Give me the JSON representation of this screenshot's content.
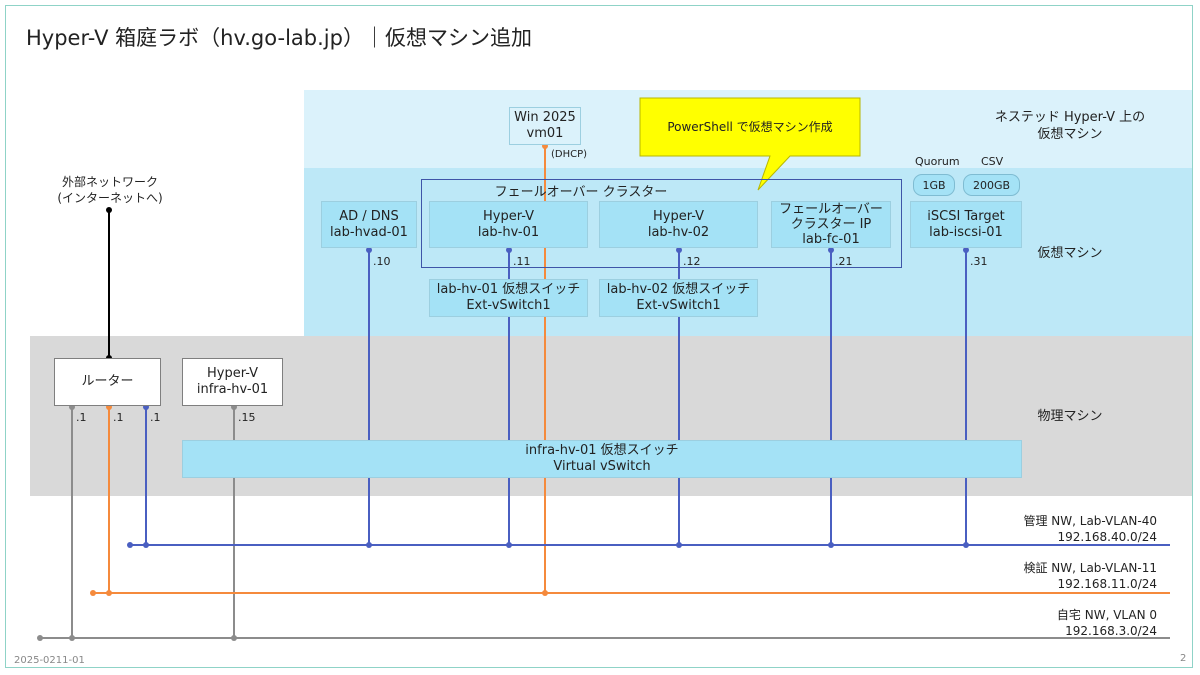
{
  "title": "Hyper-V 箱庭ラボ（hv.go-lab.jp）｜仮想マシン追加",
  "bands": {
    "nested_line1": "ネステッド Hyper-V 上の",
    "nested_line2": "仮想マシン",
    "vm": "仮想マシン",
    "physical": "物理マシン"
  },
  "callout": "PowerShell で仮想マシン作成",
  "win_vm": {
    "line1": "Win 2025",
    "line2": "vm01",
    "dhcp": "(DHCP)"
  },
  "cluster_label": "フェールオーバー クラスター",
  "vms": [
    {
      "line1": "AD / DNS",
      "line2": "lab-hvad-01",
      "ip": ".10"
    },
    {
      "line1": "Hyper-V",
      "line2": "lab-hv-01",
      "ip": ".11"
    },
    {
      "line1": "Hyper-V",
      "line2": "lab-hv-02",
      "ip": ".12"
    },
    {
      "line1": "フェールオーバー",
      "line2": "クラスター IP",
      "line3": "lab-fc-01",
      "ip": ".21"
    },
    {
      "line1": "iSCSI Target",
      "line2": "lab-iscsi-01",
      "ip": ".31"
    }
  ],
  "storage": {
    "quorum_label": "Quorum",
    "csv_label": "CSV",
    "quorum_size": "1GB",
    "csv_size": "200GB"
  },
  "vswitches": [
    {
      "line1": "lab-hv-01 仮想スイッチ",
      "line2": "Ext-vSwitch1"
    },
    {
      "line1": "lab-hv-02 仮想スイッチ",
      "line2": "Ext-vSwitch1"
    }
  ],
  "external": {
    "line1": "外部ネットワーク",
    "line2": "(インターネットへ)"
  },
  "router": {
    "label": "ルーター",
    "ip_gray": ".1",
    "ip_orange": ".1",
    "ip_blue": ".1"
  },
  "infra_host": {
    "line1": "Hyper-V",
    "line2": "infra-hv-01",
    "ip": ".15"
  },
  "infra_switch": {
    "line1": "infra-hv-01 仮想スイッチ",
    "line2": "Virtual vSwitch"
  },
  "networks": [
    {
      "name": "管理 NW, Lab-VLAN-40",
      "subnet": "192.168.40.0/24",
      "color": "#4a5fc1"
    },
    {
      "name": "検証 NW, Lab-VLAN-11",
      "subnet": "192.168.11.0/24",
      "color": "#f58a3c"
    },
    {
      "name": "自宅 NW, VLAN 0",
      "subnet": "192.168.3.0/24",
      "color": "#8c8c8c"
    }
  ],
  "footer": {
    "doc_id": "2025-0211-01",
    "page": "2"
  }
}
